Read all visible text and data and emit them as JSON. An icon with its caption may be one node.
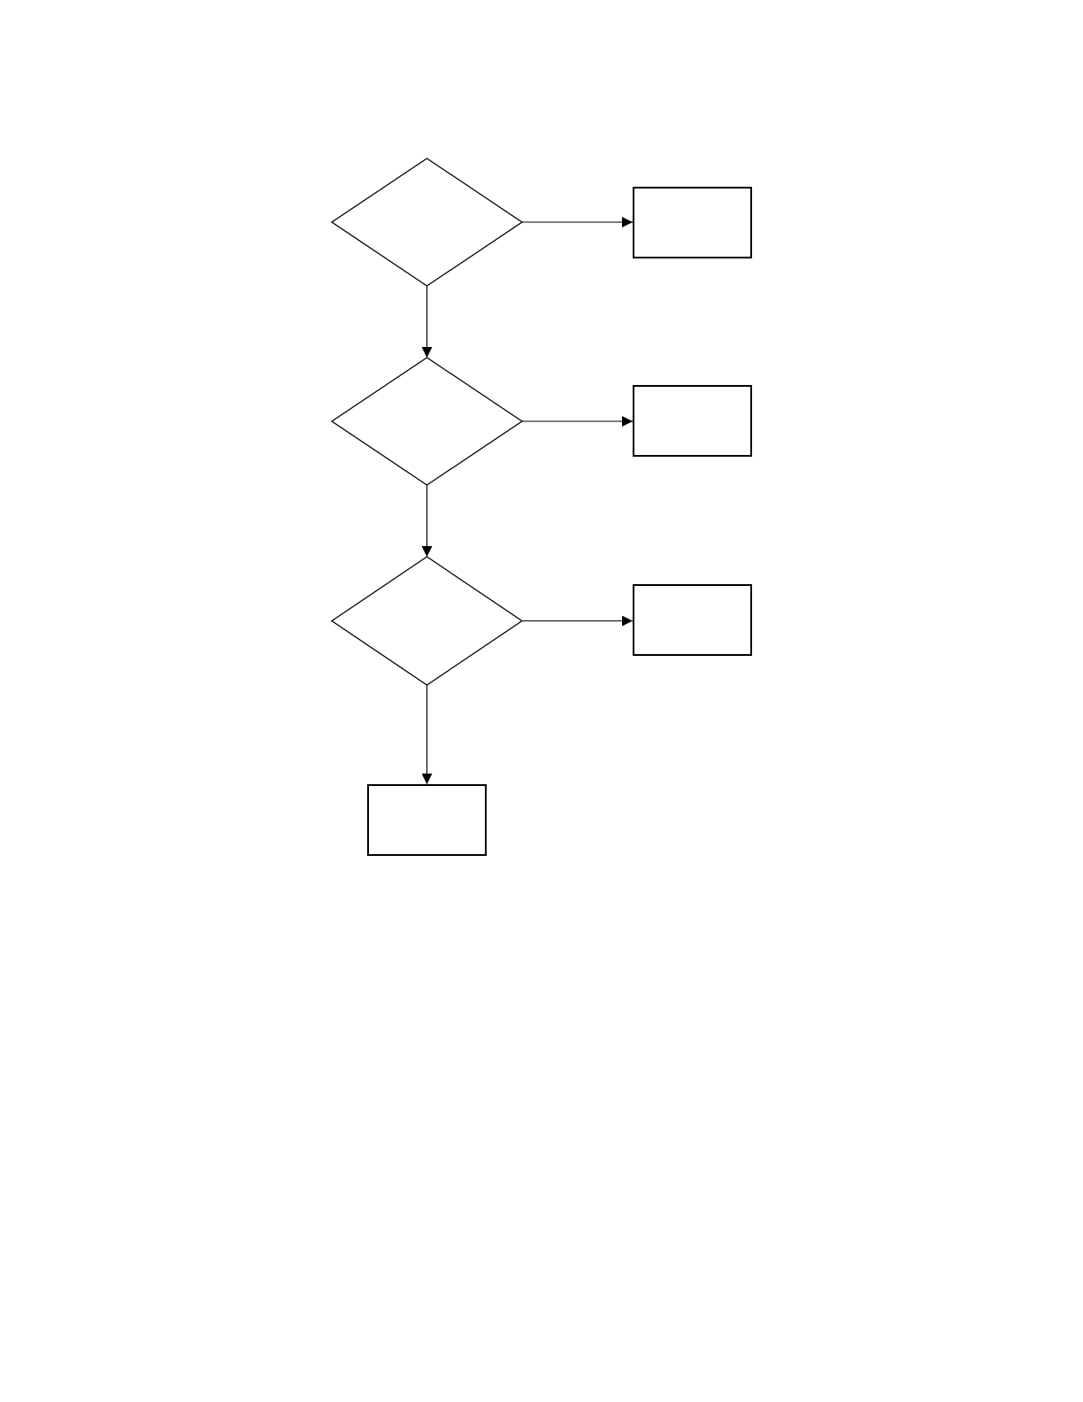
{
  "diagram": {
    "nodes": [
      {
        "text": [],
        "shape": "diamond"
      },
      {
        "text": [],
        "shape": "box"
      },
      {
        "text": [],
        "shape": "diamond"
      },
      {
        "text": [],
        "shape": "box"
      },
      {
        "text": [],
        "shape": "diamond"
      },
      {
        "text": [],
        "shape": "box"
      },
      {
        "text": [],
        "shape": "box"
      }
    ],
    "edges": [
      {
        "from": 0,
        "to": 1,
        "arrow": "to"
      },
      {
        "from": 0,
        "to": 2,
        "arrow": "to"
      },
      {
        "from": 2,
        "to": 3,
        "arrow": "to"
      },
      {
        "from": 2,
        "to": 4,
        "arrow": "to"
      },
      {
        "from": 4,
        "to": 5,
        "arrow": "to"
      },
      {
        "from": 4,
        "to": 6,
        "arrow": "to"
      }
    ]
  }
}
